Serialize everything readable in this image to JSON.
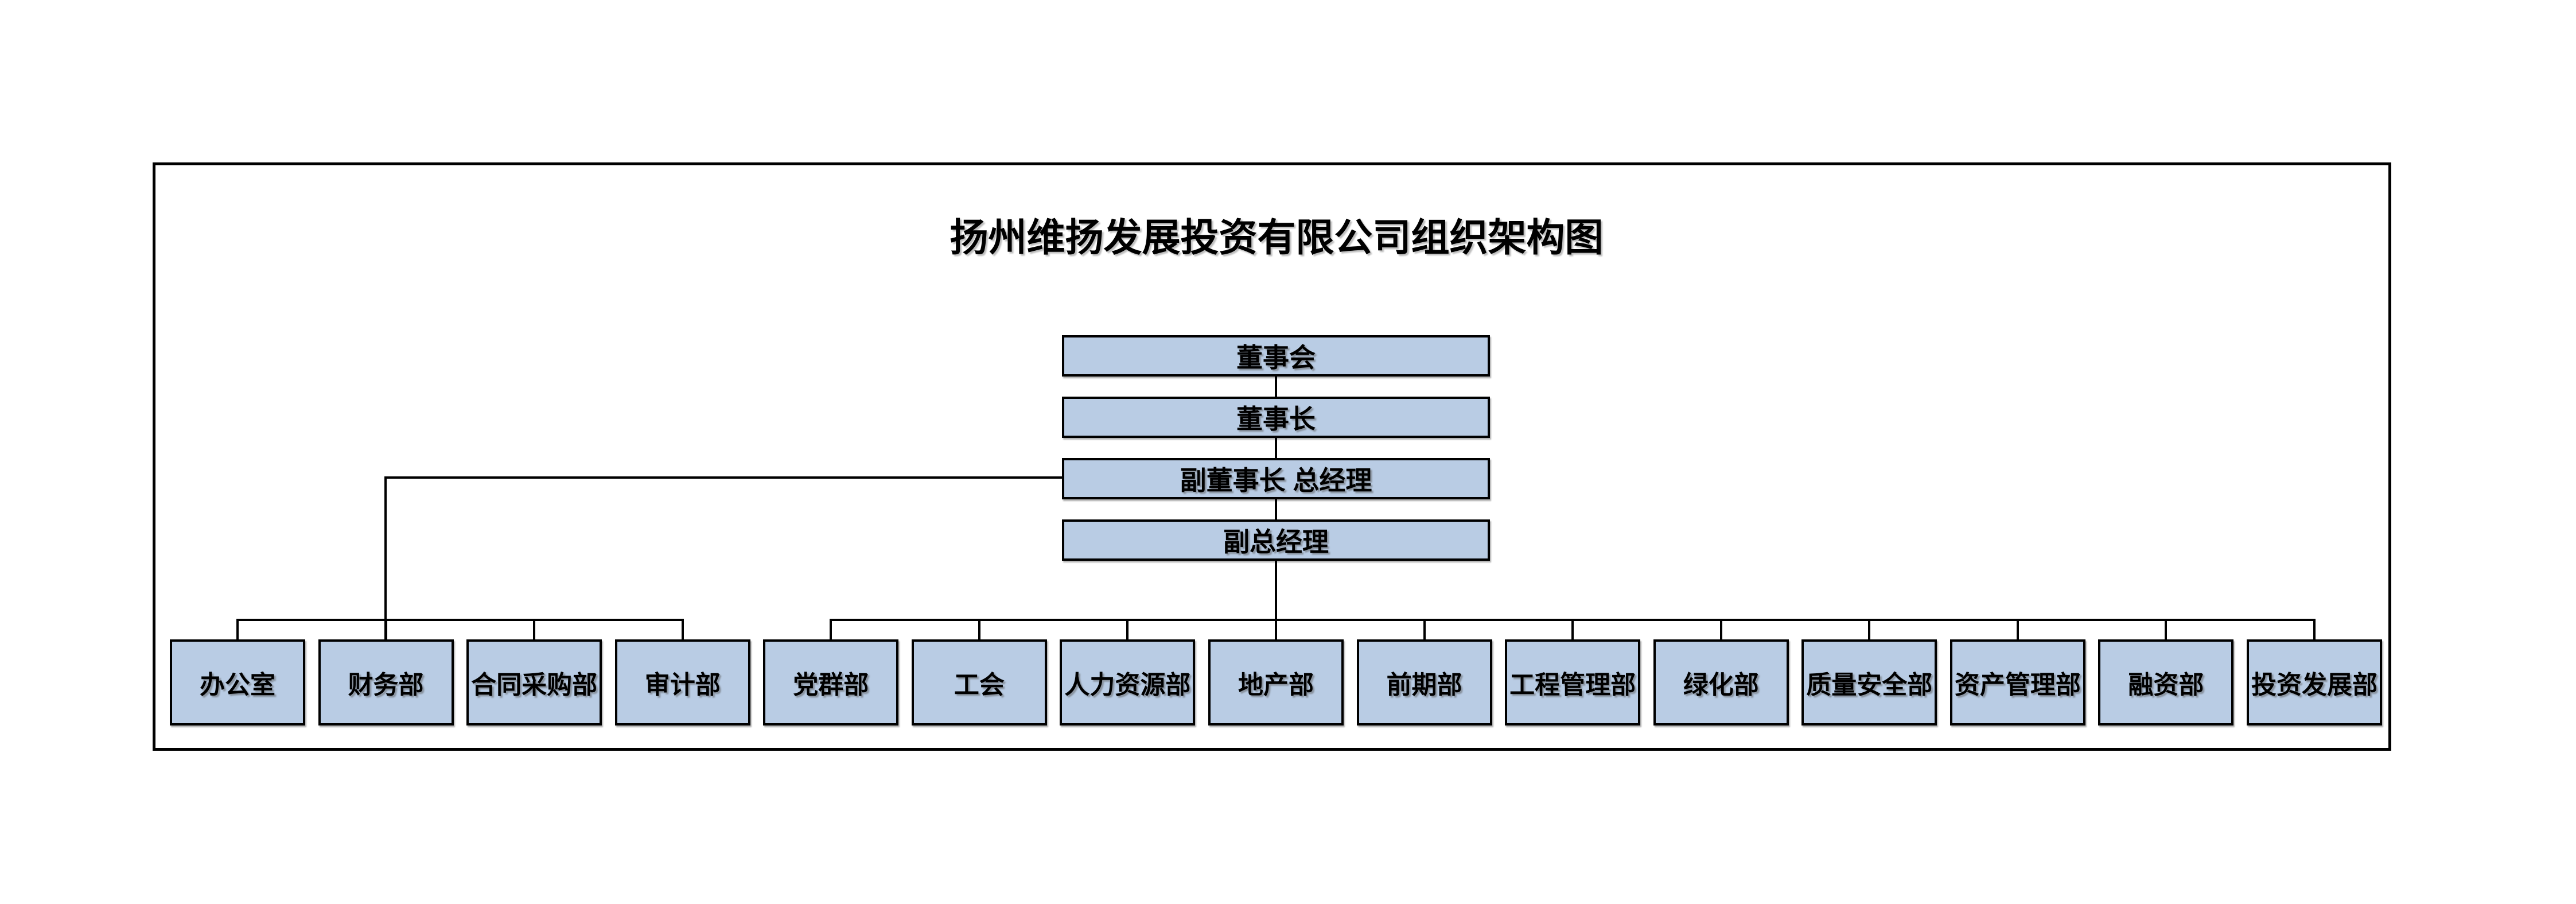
{
  "title": "扬州维扬发展投资有限公司组织架构图",
  "org": {
    "company": "扬州维扬发展投资有限公司",
    "executive_chain": [
      {
        "label": "董事会"
      },
      {
        "label": "董事长"
      },
      {
        "label": "副董事长 总经理"
      },
      {
        "label": "副总经理"
      }
    ],
    "departments": [
      {
        "label": "办公室",
        "reports_to": "副董事长 总经理"
      },
      {
        "label": "财务部",
        "reports_to": "副董事长 总经理"
      },
      {
        "label": "合同采购部",
        "reports_to": "副董事长 总经理"
      },
      {
        "label": "审计部",
        "reports_to": "副董事长 总经理"
      },
      {
        "label": "党群部",
        "reports_to": "副总经理"
      },
      {
        "label": "工会",
        "reports_to": "副总经理"
      },
      {
        "label": "人力资源部",
        "reports_to": "副总经理"
      },
      {
        "label": "地产部",
        "reports_to": "副总经理"
      },
      {
        "label": "前期部",
        "reports_to": "副总经理"
      },
      {
        "label": "工程管理部",
        "reports_to": "副总经理"
      },
      {
        "label": "绿化部",
        "reports_to": "副总经理"
      },
      {
        "label": "质量安全部",
        "reports_to": "副总经理"
      },
      {
        "label": "资产管理部",
        "reports_to": "副总经理"
      },
      {
        "label": "融资部",
        "reports_to": "副总经理"
      },
      {
        "label": "投资发展部",
        "reports_to": "副总经理"
      }
    ]
  },
  "colors": {
    "node_fill": "#b9cce4",
    "node_border": "#000000",
    "connector": "#000000",
    "text": "#000000",
    "background": "#ffffff"
  }
}
